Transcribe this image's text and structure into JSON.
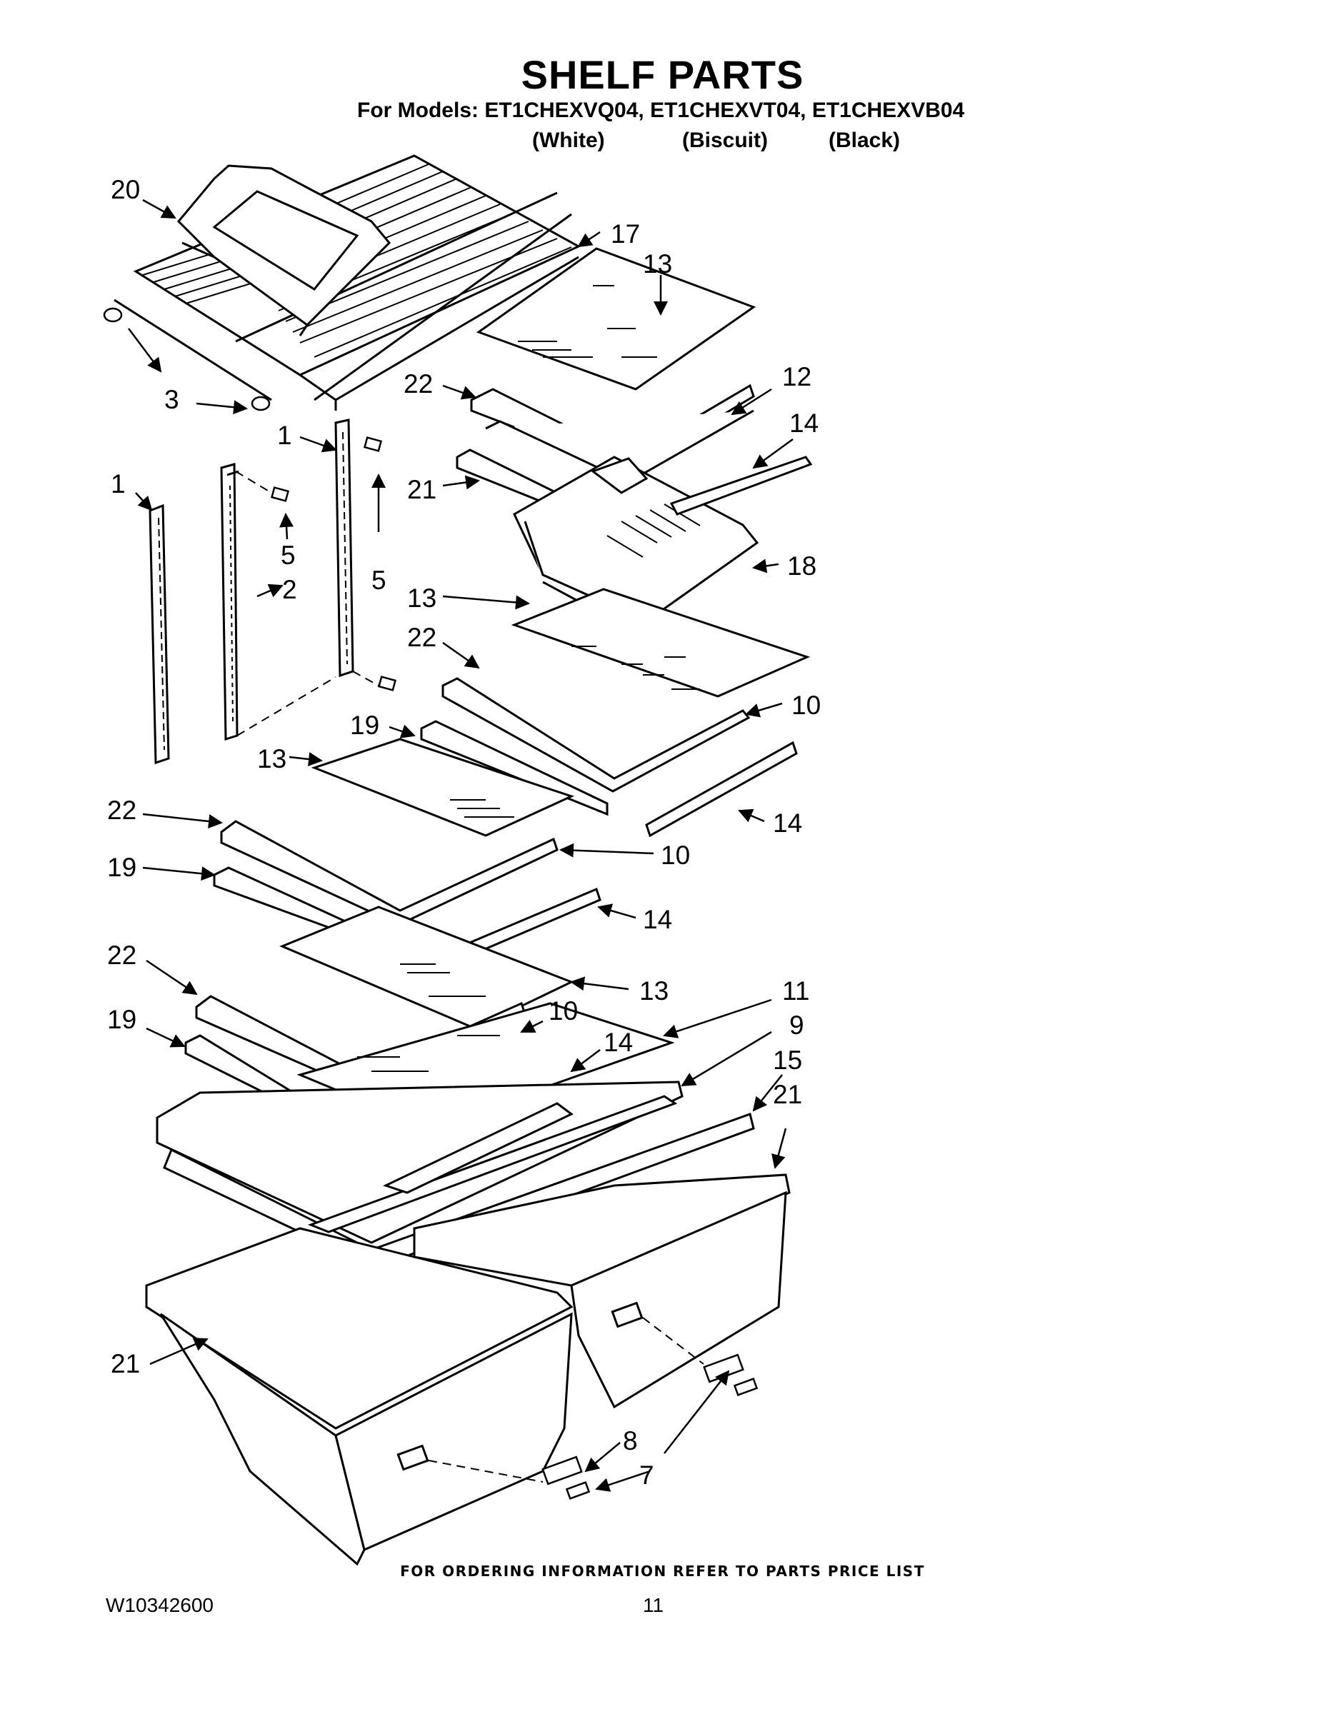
{
  "header": {
    "title": "SHELF PARTS",
    "models_line": "For Models: ET1CHEXVQ04, ET1CHEXVT04, ET1CHEXVB04",
    "colors": [
      "(White)",
      "(Biscuit)",
      "(Black)"
    ]
  },
  "callouts": [
    "20",
    "17",
    "13",
    "3",
    "22",
    "12",
    "1",
    "14",
    "21",
    "1",
    "5",
    "2",
    "5",
    "18",
    "13",
    "22",
    "10",
    "19",
    "13",
    "22",
    "14",
    "19",
    "10",
    "14",
    "22",
    "13",
    "11",
    "10",
    "19",
    "14",
    "9",
    "15",
    "21",
    "21",
    "8",
    "7"
  ],
  "footer": {
    "note": "FOR ORDERING INFORMATION REFER TO PARTS PRICE LIST",
    "doc_number": "W10342600",
    "page_number": "11"
  }
}
